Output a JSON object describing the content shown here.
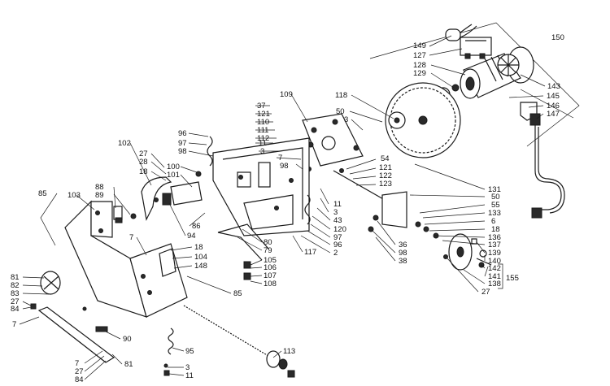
{
  "diagram": {
    "labels": [
      "149",
      "127",
      "150",
      "128",
      "129",
      "143",
      "145",
      "146",
      "147",
      "118",
      "50",
      "3",
      "109",
      "37",
      "121",
      "110",
      "111",
      "112",
      "11",
      "3",
      "7",
      "98",
      "96",
      "97",
      "98",
      "102",
      "27",
      "28",
      "18",
      "100",
      "101",
      "88",
      "89",
      "103",
      "85",
      "86",
      "94",
      "54",
      "121",
      "122",
      "123",
      "131",
      "50",
      "55",
      "133",
      "6",
      "18",
      "136",
      "137",
      "139",
      "140",
      "142",
      "141",
      "138",
      "155",
      "27",
      "11",
      "3",
      "43",
      "120",
      "97",
      "96",
      "2",
      "80",
      "79",
      "36",
      "98",
      "38",
      "117",
      "105",
      "106",
      "107",
      "108",
      "7",
      "18",
      "104",
      "148",
      "85",
      "81",
      "82",
      "83",
      "27",
      "84",
      "7",
      "90",
      "95",
      "3",
      "11",
      "113",
      "81",
      "7",
      "27",
      "84"
    ]
  }
}
